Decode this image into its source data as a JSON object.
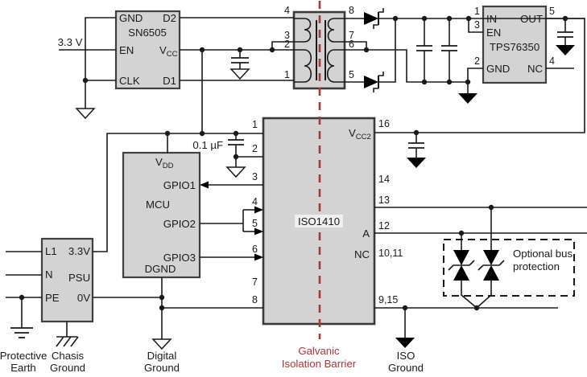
{
  "sn6505": {
    "name": "SN6505",
    "pin_gnd": "GND",
    "pin_d2": "D2",
    "pin_en": "EN",
    "pin_vcc_base": "V",
    "pin_vcc_sub": "CC",
    "pin_clk": "CLK",
    "pin_d1": "D1"
  },
  "transformer": {
    "pin4": "4",
    "pin3": "3",
    "pin2": "2",
    "pin1": "1",
    "pin8": "8",
    "pin7": "7",
    "pin6": "6",
    "pin5": "5"
  },
  "tps76350": {
    "name": "TPS76350",
    "pin_in": "IN",
    "pin_out": "OUT",
    "pin_en": "EN",
    "pin_gnd": "GND",
    "pin_nc": "NC",
    "num_in": "1",
    "num_en": "3",
    "num_gnd": "2",
    "num_out": "5",
    "num_nc": "4"
  },
  "iso1410": {
    "name": "ISO1410",
    "pin_vcc2_base": "V",
    "pin_vcc2_sub": "CC2",
    "pin_a": "A",
    "pin_nc": "NC",
    "num_1": "1",
    "num_2": "2",
    "num_3": "3",
    "num_4": "4",
    "num_5": "5",
    "num_6": "6",
    "num_7": "7",
    "num_8": "8",
    "num_16": "16",
    "num_14": "14",
    "num_13": "13",
    "num_12": "12",
    "num_10_11": "10,11",
    "num_9_15": "9,15"
  },
  "mcu": {
    "name": "MCU",
    "pin_vdd_base": "V",
    "pin_vdd_sub": "DD",
    "pin_gpio1": "GPIO1",
    "pin_gpio2": "GPIO2",
    "pin_gpio3": "GPIO3",
    "pin_dgnd": "DGND"
  },
  "psu": {
    "name": "PSU",
    "pin_l1": "L1",
    "pin_33v": "3.3V",
    "pin_n": "N",
    "pin_pe": "PE",
    "pin_0v": "0V"
  },
  "labels": {
    "supply_3v3": "3.3 V",
    "cap_value": "0.1 µF",
    "galvanic_line1": "Galvanic",
    "galvanic_line2": "Isolation Barrier",
    "optional_line1": "Optional bus",
    "optional_line2": "protection",
    "protective_line1": "Protective",
    "protective_line2": "Earth",
    "chasis_line1": "Chasis",
    "chasis_line2": "Ground",
    "digital_line1": "Digital",
    "digital_line2": "Ground",
    "iso_line1": "ISO",
    "iso_line2": "Ground"
  },
  "colors": {
    "wire": "#1a1a1a",
    "component_fill": "#d3d3d3",
    "component_border": "#404040",
    "isolation_barrier": "#a33939",
    "solid_ground_fill": "#000000"
  }
}
